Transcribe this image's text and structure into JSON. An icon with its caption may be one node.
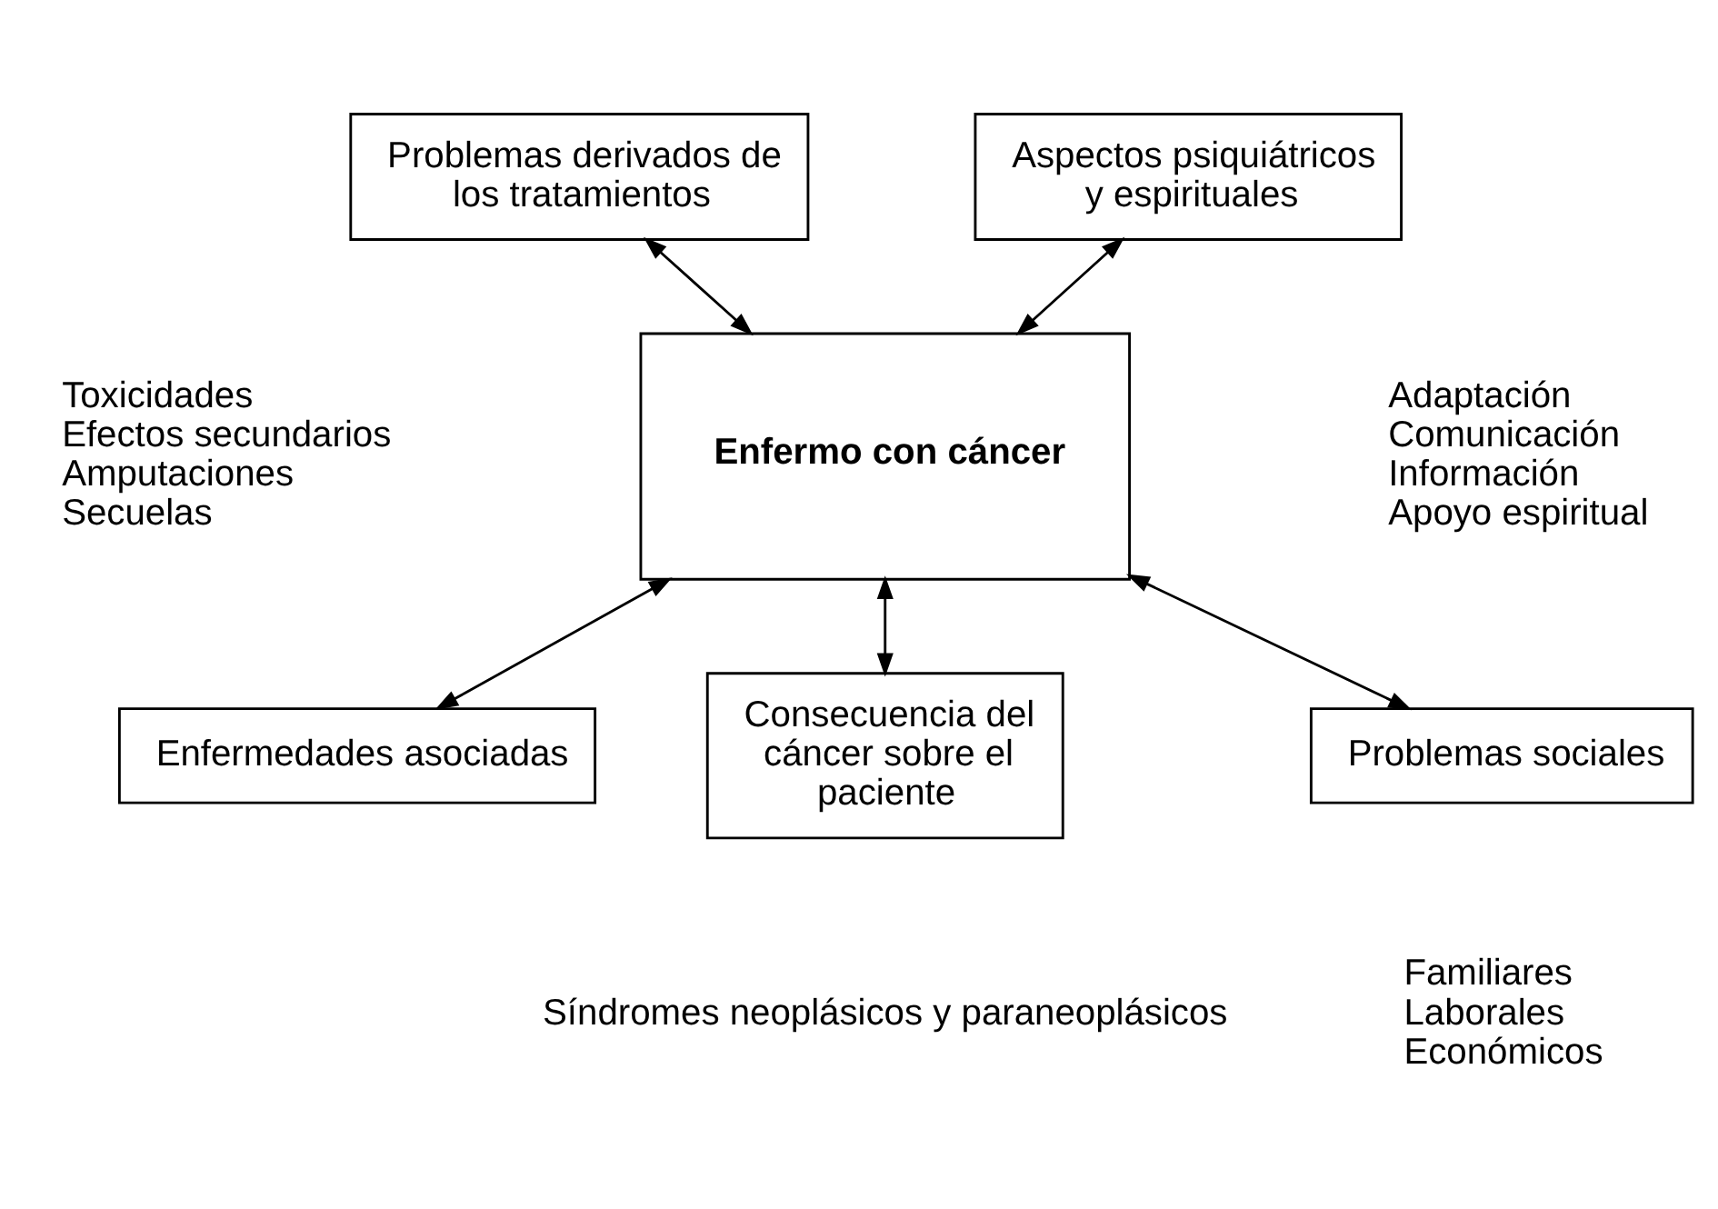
{
  "diagram": {
    "nodes": [
      {
        "text": [
          "Problemas derivados de los tratamientos"
        ],
        "beside": [
          "Toxicidades",
          "Efectos secundarios",
          "Amputaciones",
          "Secuelas"
        ]
      },
      {
        "text": [
          "Aspectos psiquiátricos y espirituales"
        ],
        "beside": [
          "Adaptación",
          "Comunicación",
          "Información",
          "Apoyo espiritual"
        ]
      },
      {
        "text": [
          "**Enfermo con cáncer**"
        ]
      },
      {
        "text": [
          "Problemas sociales"
        ],
        "beside": [
          "Familiares",
          "Laborales",
          "Económicos"
        ]
      },
      {
        "text": [
          "Enfermedades asociadas"
        ]
      },
      {
        "text": [
          "Consecuencia del cáncer sobre el paciente"
        ]
      }
    ],
    "labels": [
      "Síndromes neoplásicos y paraneoplásicos"
    ],
    "edges": [
      {
        "from": 2,
        "to": 0,
        "arrow": "both"
      },
      {
        "from": 2,
        "to": 1,
        "arrow": "both"
      },
      {
        "from": 2,
        "to": 3,
        "arrow": "both"
      },
      {
        "from": 2,
        "to": 4,
        "arrow": "both"
      },
      {
        "from": 2,
        "to": 5,
        "arrow": "both"
      }
    ]
  }
}
